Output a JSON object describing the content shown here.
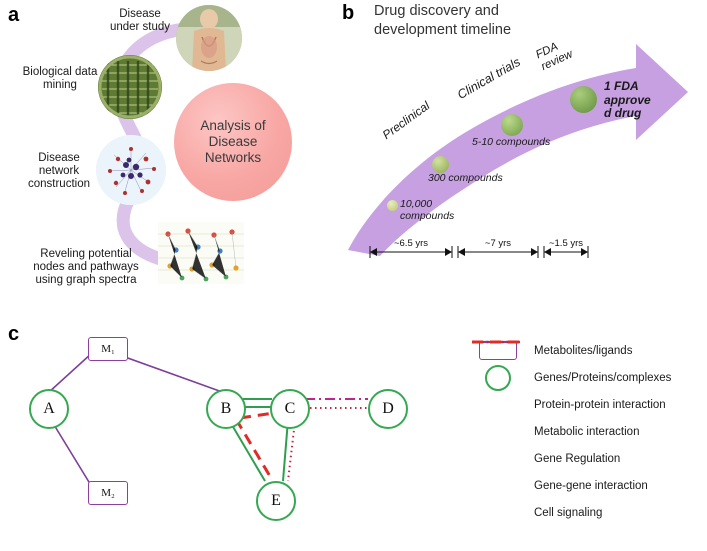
{
  "panels": {
    "a": {
      "letter": "a"
    },
    "b": {
      "letter": "b"
    },
    "c": {
      "letter": "c"
    }
  },
  "panel_a": {
    "labels": [
      {
        "text": "Disease\nunder study"
      },
      {
        "text": "Biological\ndata mining"
      },
      {
        "text": "Disease\nnetwork\nconstruction"
      },
      {
        "text": "Reveling potential\nnodes and pathways\nusing graph spectra"
      }
    ],
    "center_circle": "Analysis of\nDisease\nNetworks",
    "center_color": "#f6a5a2"
  },
  "panel_b": {
    "title": "Drug discovery and\ndevelopment timeline",
    "arrow_color": "#c6a0e0",
    "stages": [
      {
        "label": "Preclinical"
      },
      {
        "label": "Clinical trials"
      },
      {
        "label": "FDA\nreview"
      },
      {
        "label": "1 FDA\napprove\nd drug"
      }
    ],
    "compounds": [
      {
        "label": "10,000\ncompounds"
      },
      {
        "label": "300 compounds"
      },
      {
        "label": "5-10 compounds"
      }
    ],
    "durations": [
      {
        "label": "~6.5 yrs"
      },
      {
        "label": "~7 yrs"
      },
      {
        "label": "~1.5 yrs"
      }
    ]
  },
  "panel_c": {
    "nodes": [
      {
        "id": "A",
        "label": "A",
        "type": "gene"
      },
      {
        "id": "B",
        "label": "B",
        "type": "gene"
      },
      {
        "id": "C",
        "label": "C",
        "type": "gene"
      },
      {
        "id": "D",
        "label": "D",
        "type": "gene"
      },
      {
        "id": "E",
        "label": "E",
        "type": "gene"
      },
      {
        "id": "M1",
        "label": "M₁",
        "type": "metabolite"
      },
      {
        "id": "M2",
        "label": "M₂",
        "type": "metabolite"
      }
    ],
    "legend": [
      {
        "symbol": "box",
        "label": "Metabolites/ligands",
        "color": "#8e3f9e"
      },
      {
        "symbol": "circle",
        "label": "Genes/Proteins/complexes",
        "color": "#36a852"
      },
      {
        "symbol": "solid-green-line",
        "label": "Protein-protein interaction",
        "color": "#2f9e4f"
      },
      {
        "symbol": "solid-purple-line",
        "label": "Metabolic interaction",
        "color": "#7b3f98"
      },
      {
        "symbol": "dash-dot-magenta-line",
        "label": "Gene Regulation",
        "color": "#c0248f"
      },
      {
        "symbol": "dotted-red-line",
        "label": "Gene-gene interaction",
        "color": "#c0243f"
      },
      {
        "symbol": "dashed-red-line",
        "label": "Cell signaling",
        "color": "#e02b26"
      }
    ]
  }
}
